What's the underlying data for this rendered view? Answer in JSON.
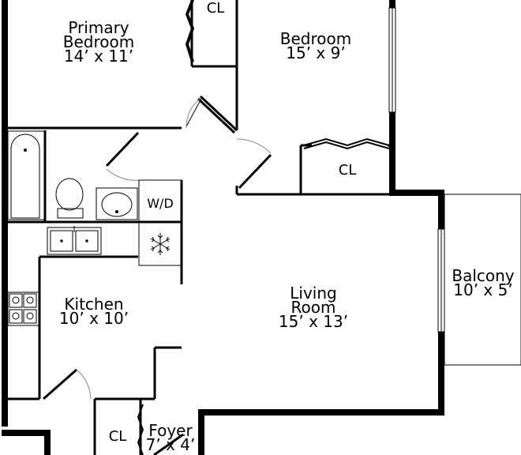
{
  "rooms": {
    "primary_bedroom": {
      "name": "Primary Bedroom",
      "name_line1": "Primary",
      "name_line2": "Bedroom",
      "size": "14’ x 11’"
    },
    "bedroom": {
      "name": "Bedroom",
      "size": "15’ x 9’"
    },
    "kitchen": {
      "name": "Kitchen",
      "size": "10’ x 10’"
    },
    "living_room": {
      "name_line1": "Living",
      "name_line2": "Room",
      "size": "15’ x 13’"
    },
    "balcony": {
      "name": "Balcony",
      "size": "10’ x 5’"
    },
    "foyer": {
      "name": "Foyer",
      "size": "7’ x 4’"
    }
  },
  "closets": {
    "primary_closet": "CL",
    "bedroom_closet": "CL",
    "foyer_closet": "CL"
  },
  "fixtures": {
    "washer_dryer": "W/D"
  }
}
